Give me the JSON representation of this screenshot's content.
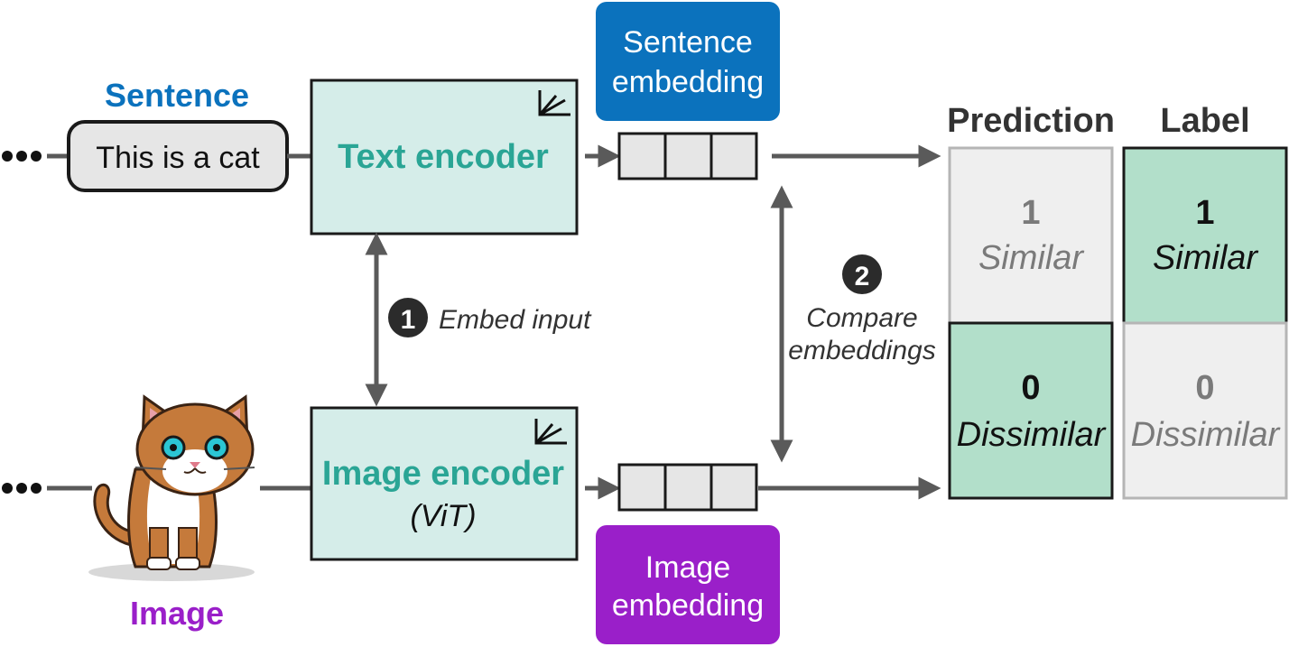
{
  "sentence": {
    "title": "Sentence",
    "input_text": "This is a cat"
  },
  "image": {
    "title": "Image"
  },
  "text_encoder": {
    "label": "Text encoder"
  },
  "image_encoder": {
    "label": "Image encoder",
    "sublabel": "(ViT)"
  },
  "sentence_embedding": {
    "line1": "Sentence",
    "line2": "embedding"
  },
  "image_embedding": {
    "line1": "Image",
    "line2": "embedding"
  },
  "step1": {
    "number": "1",
    "label": "Embed input"
  },
  "step2": {
    "number": "2",
    "line1": "Compare",
    "line2": "embeddings"
  },
  "prediction": {
    "header": "Prediction",
    "cells": [
      {
        "value": "1",
        "text": "Similar",
        "highlighted": false
      },
      {
        "value": "0",
        "text": "Dissimilar",
        "highlighted": true
      }
    ]
  },
  "label": {
    "header": "Label",
    "cells": [
      {
        "value": "1",
        "text": "Similar",
        "highlighted": true
      },
      {
        "value": "0",
        "text": "Dissimilar",
        "highlighted": false
      }
    ]
  },
  "colors": {
    "blue": "#0b72bd",
    "purple": "#9a1fc9",
    "teal": "#2aa595",
    "encoder_fill": "#d5ede9",
    "highlight_fill": "#b2dfca",
    "muted_fill": "#efefef",
    "arrow": "#5a5a5a"
  }
}
